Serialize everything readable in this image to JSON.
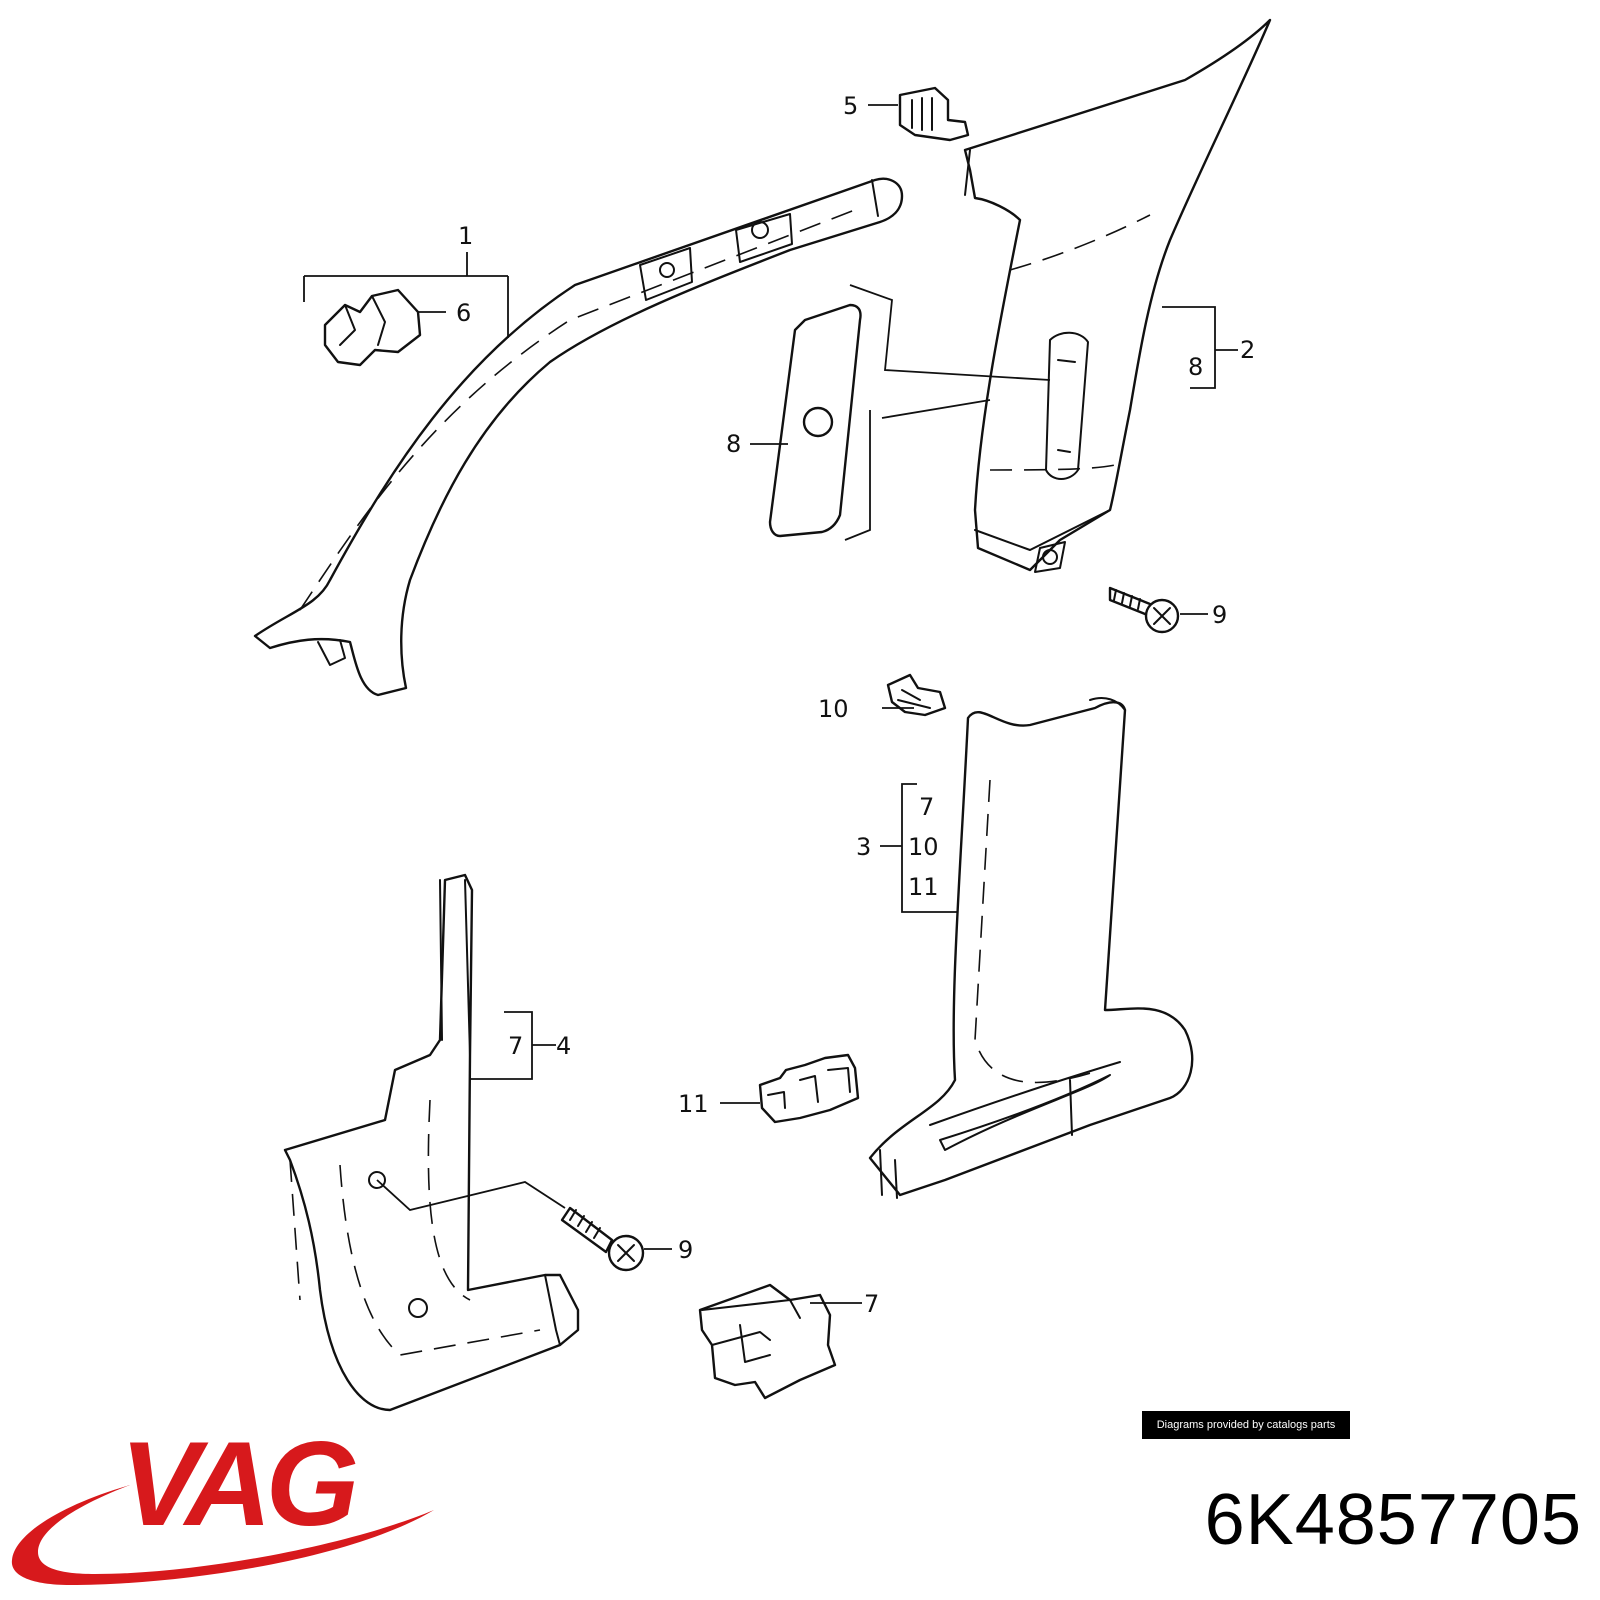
{
  "diagram": {
    "callouts": {
      "c1": "1",
      "c2": "2",
      "c3": "3",
      "c4": "4",
      "c5": "5",
      "c6": "6",
      "c7_group3": "7",
      "c7_group4": "7",
      "c7_clip": "7",
      "c8_left": "8",
      "c8_group2": "8",
      "c9_upper": "9",
      "c9_lower": "9",
      "c10_group3": "10",
      "c10_clip": "10",
      "c11_group3": "11",
      "c11_clip": "11"
    }
  },
  "credit": "Diagrams provided by catalogs parts",
  "brand": {
    "name": "VAG",
    "color": "#d7191c"
  },
  "part_number": "6K4857705"
}
